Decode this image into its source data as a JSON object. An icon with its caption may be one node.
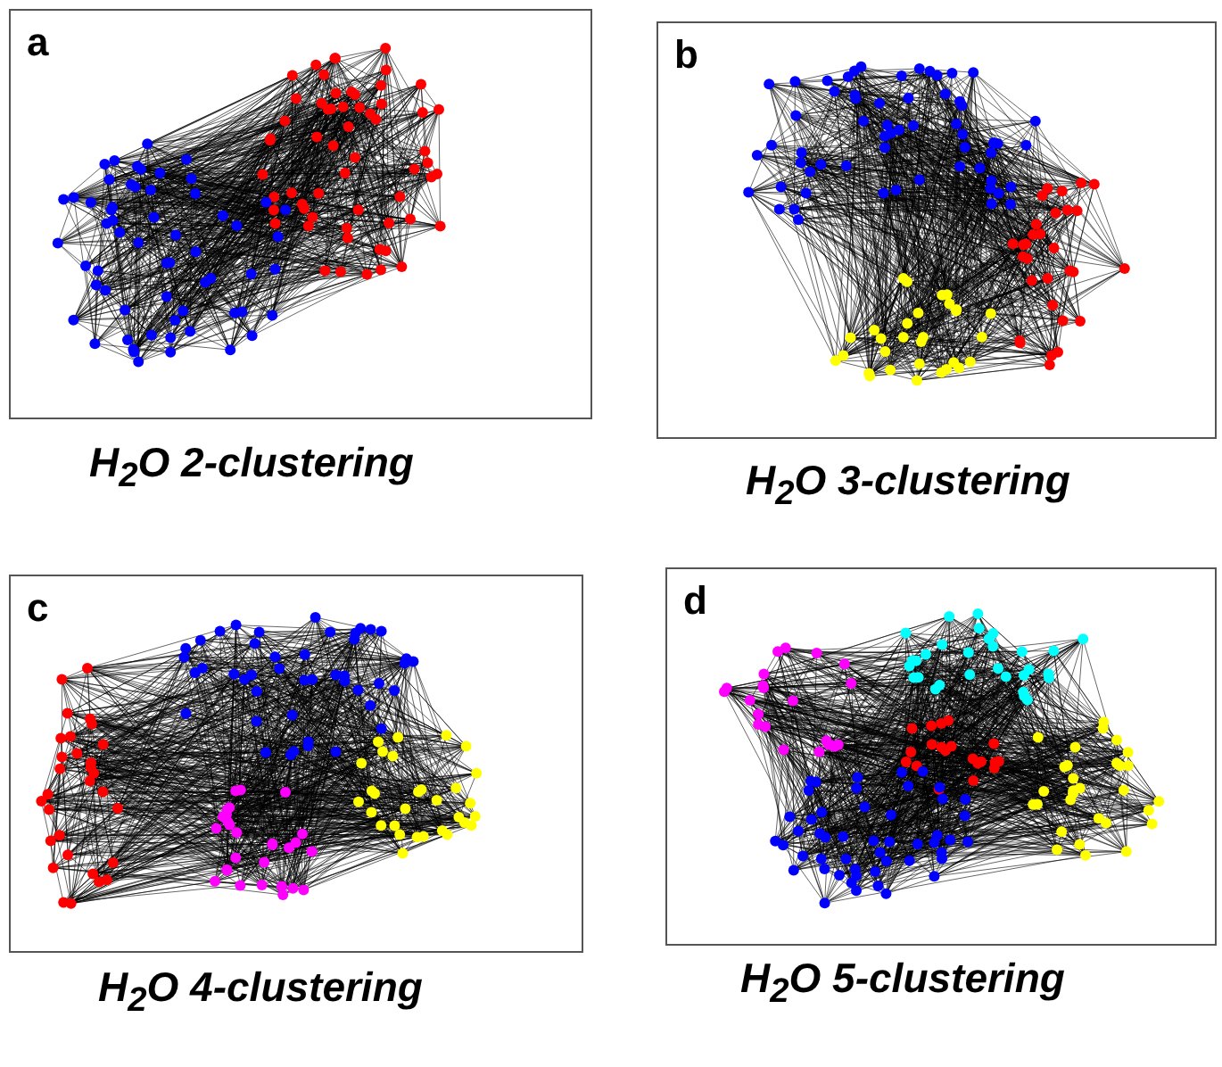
{
  "diagram": {
    "labels": [
      "a",
      "b",
      "H$_{2}$O 2-clustering",
      "H$_{2}$O 3-clustering",
      "c",
      "d",
      "H$_{2}$O 4-clustering",
      "H$_{2}$O 5-clustering"
    ]
  }
}
